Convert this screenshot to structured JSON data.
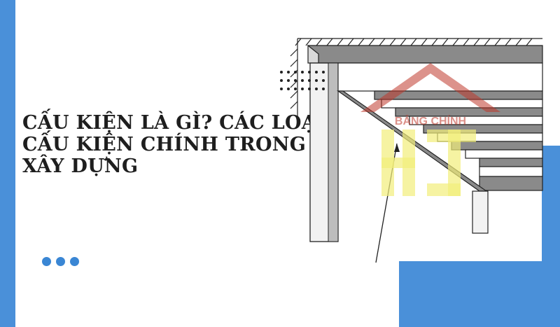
{
  "title_lines": [
    "CẤU KIỆN LÀ GÌ? CÁC LOẠI",
    "CẤU KIỆN CHÍNH TRONG",
    "XÂY DỰNG"
  ],
  "watermark_text": "BẢNG CHÍNH",
  "colors": {
    "accent_blue": "#4a90d9",
    "dot_blue": "#3a86d4",
    "title_text": "#1e1e1e",
    "beam_gray": "#8a8a8a",
    "watermark_red": "#c0392b",
    "watermark_yellow": "#f2ee7a"
  },
  "icons": {
    "carousel": "three-dots-indicator",
    "illustration": "staircase-beam-structure",
    "logo": "house-roof-logo"
  }
}
